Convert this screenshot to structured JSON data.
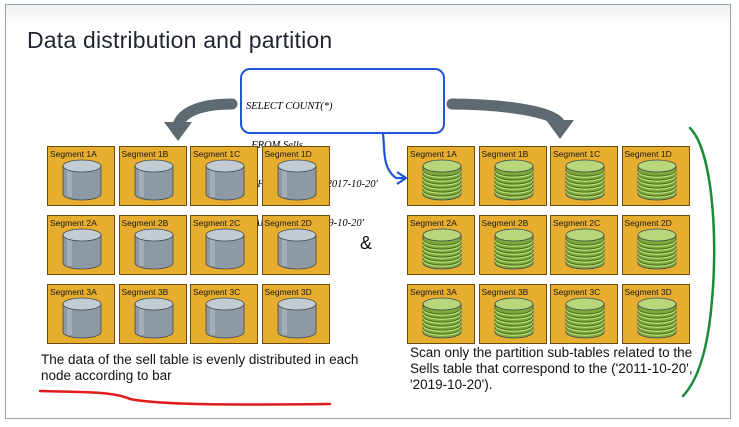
{
  "title": "Data distribution and partition",
  "sql": {
    "lines": [
      "SELECT COUNT(*)",
      "  FROM Sells",
      " WHERE date >= '2017-10-20'",
      "   AND date <  '2019-10-20'"
    ]
  },
  "left_grid": {
    "rows": [
      [
        "Segment 1A",
        "Segment 1B",
        "Segment 1C",
        "Segment 1D"
      ],
      [
        "Segment 2A",
        "Segment 2B",
        "Segment 2C",
        "Segment 2D"
      ],
      [
        "Segment 3A",
        "Segment 3B",
        "Segment 3C",
        "Segment 3D"
      ]
    ]
  },
  "right_grid": {
    "rows": [
      [
        "Segment 1A",
        "Segment 1B",
        "Segment 1C",
        "Segment 1D"
      ],
      [
        "Segment 2A",
        "Segment 2B",
        "Segment 2C",
        "Segment 2D"
      ],
      [
        "Segment 3A",
        "Segment 3B",
        "Segment 3C",
        "Segment 3D"
      ]
    ]
  },
  "ampersand": "&",
  "note_left": "The data of the sell table is evenly distributed in each node according to bar",
  "note_right": "Scan only the partition sub-tables related to the Sells table that correspond to the ('2011-10-20', '2019-10-20').",
  "colors": {
    "segment_bg": "#e7ad2e",
    "disk_gray": "#8e9aa3",
    "disk_green": "#7ea83a",
    "sql_outline": "#1f55d6",
    "underline_red": "#e01b1b",
    "bracket_green": "#1b8a3a",
    "arrow_gray": "#5e6a72"
  }
}
